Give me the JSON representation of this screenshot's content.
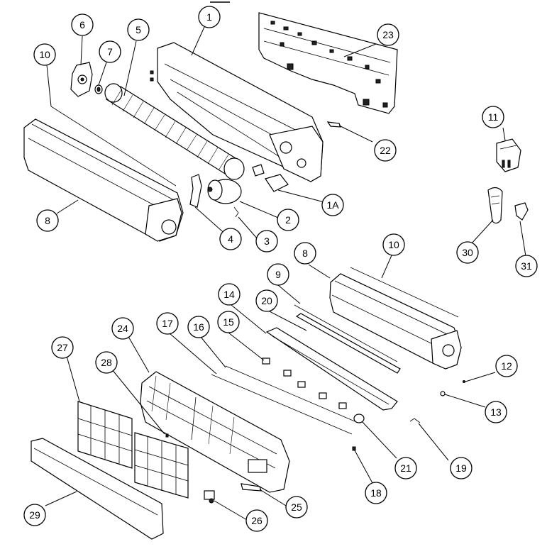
{
  "diagram": {
    "callouts": [
      {
        "id": "c1",
        "label": "1"
      },
      {
        "id": "c1a",
        "label": "1A"
      },
      {
        "id": "c2",
        "label": "2"
      },
      {
        "id": "c3",
        "label": "3"
      },
      {
        "id": "c4",
        "label": "4"
      },
      {
        "id": "c5",
        "label": "5"
      },
      {
        "id": "c6",
        "label": "6"
      },
      {
        "id": "c7",
        "label": "7"
      },
      {
        "id": "c8a",
        "label": "8"
      },
      {
        "id": "c8b",
        "label": "8"
      },
      {
        "id": "c9",
        "label": "9"
      },
      {
        "id": "c10a",
        "label": "10"
      },
      {
        "id": "c10b",
        "label": "10"
      },
      {
        "id": "c11",
        "label": "11"
      },
      {
        "id": "c12",
        "label": "12"
      },
      {
        "id": "c13",
        "label": "13"
      },
      {
        "id": "c14",
        "label": "14"
      },
      {
        "id": "c15",
        "label": "15"
      },
      {
        "id": "c16",
        "label": "16"
      },
      {
        "id": "c17",
        "label": "17"
      },
      {
        "id": "c18",
        "label": "18"
      },
      {
        "id": "c19",
        "label": "19"
      },
      {
        "id": "c20",
        "label": "20"
      },
      {
        "id": "c21",
        "label": "21"
      },
      {
        "id": "c22",
        "label": "22"
      },
      {
        "id": "c23",
        "label": "23"
      },
      {
        "id": "c24",
        "label": "24"
      },
      {
        "id": "c25",
        "label": "25"
      },
      {
        "id": "c26",
        "label": "26"
      },
      {
        "id": "c27",
        "label": "27"
      },
      {
        "id": "c28",
        "label": "28"
      },
      {
        "id": "c29",
        "label": "29"
      },
      {
        "id": "c30",
        "label": "30"
      },
      {
        "id": "c31",
        "label": "31"
      }
    ]
  }
}
